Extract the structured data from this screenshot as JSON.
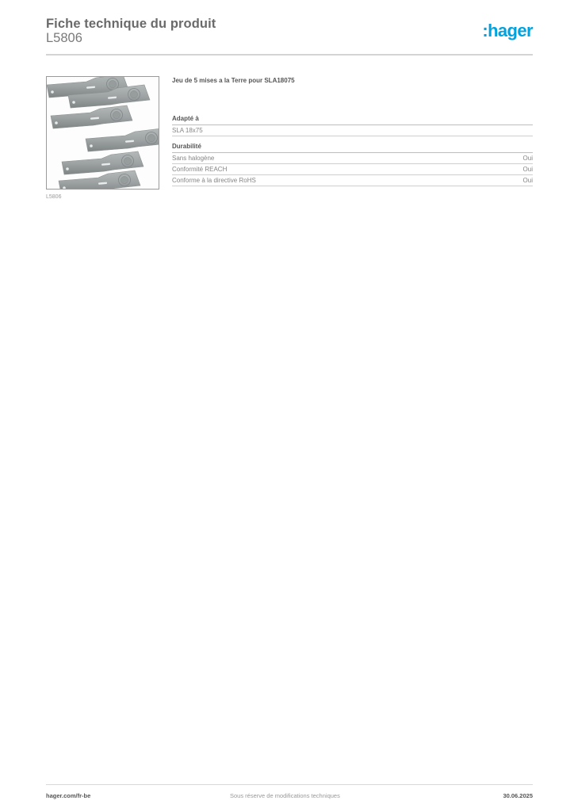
{
  "header": {
    "title": "Fiche technique du produit",
    "product_code": "L5806",
    "logo_text": ":hager",
    "logo_color": "#00a3e0"
  },
  "product_image": {
    "alt": "Jeu de 5 mises a la Terre (5 flat grey metal earthing strips)",
    "caption": "L5806",
    "strip_count": 5
  },
  "product": {
    "description": "Jeu de 5 mises a la Terre pour SLA18075"
  },
  "sections": [
    {
      "heading": "Adapté à",
      "rows": [
        {
          "label": "SLA 18x75",
          "value": ""
        }
      ]
    },
    {
      "heading": "Durabilité",
      "rows": [
        {
          "label": "Sans halogène",
          "value": "Oui"
        },
        {
          "label": "Conformité REACH",
          "value": "Oui"
        },
        {
          "label": "Conforme à la directive RoHS",
          "value": "Oui"
        }
      ]
    }
  ],
  "footer": {
    "website": "hager.com/fr-be",
    "disclaimer": "Sous réserve de modifications techniques",
    "date": "30.06.2025"
  }
}
